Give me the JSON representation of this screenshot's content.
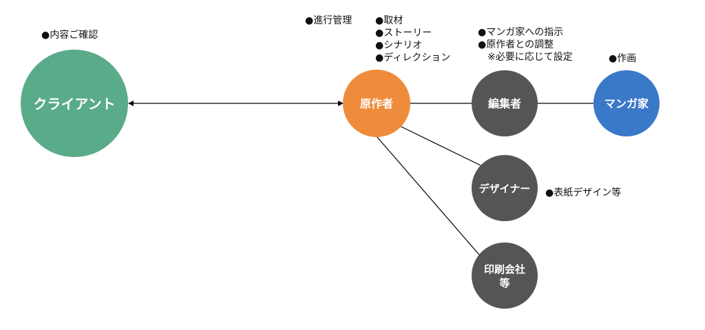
{
  "colors": {
    "client": "#5aab8a",
    "author": "#ef8c3c",
    "editor": "#555555",
    "artist": "#3a78c8",
    "designer": "#555555",
    "printer": "#555555",
    "line": "#000000"
  },
  "nodes": {
    "client": {
      "label": "クライアント"
    },
    "author": {
      "label": "原作者"
    },
    "editor": {
      "label": "編集者"
    },
    "artist": {
      "label": "マンガ家"
    },
    "designer": {
      "label": "デザイナー"
    },
    "printer": {
      "label_line1": "印刷会社",
      "label_line2": "等"
    }
  },
  "notes": {
    "client": [
      "●内容ご確認"
    ],
    "author_progress": [
      "●進行管理"
    ],
    "author_tasks": [
      "●取材",
      "●ストーリー",
      "●シナリオ",
      "●ディレクション"
    ],
    "editor": [
      "●マンガ家への指示",
      "●原作者との調整",
      "※必要に応じて設定"
    ],
    "artist": [
      "●作画"
    ],
    "designer": [
      "●表紙デザイン等"
    ]
  }
}
